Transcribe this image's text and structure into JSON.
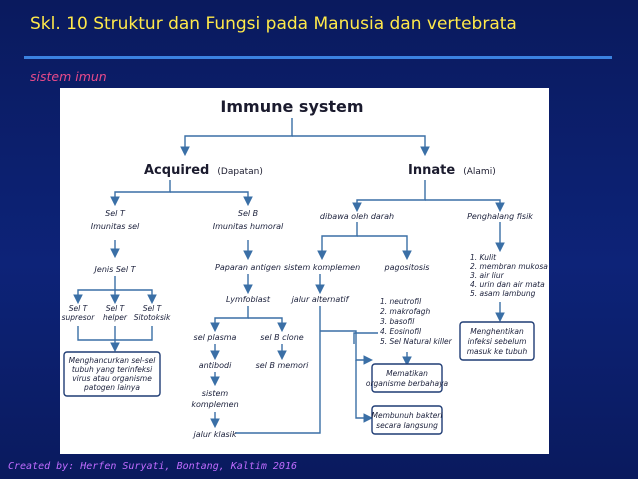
{
  "slide": {
    "title": "Skl. 10 Struktur dan Fungsi pada Manusia dan vertebrata",
    "subtitle": "sistem imun",
    "footer": "Created by: Herfen Suryati, Bontang, Kaltim 2016"
  },
  "diagram": {
    "root": "Immune system",
    "acquired": {
      "label": "Acquired",
      "note": "(Dapatan)"
    },
    "innate": {
      "label": "Innate",
      "note": "(Alami)"
    },
    "selT": [
      "Sel T",
      "Imunitas sel"
    ],
    "selB": [
      "Sel B",
      "Imunitas humoral"
    ],
    "dibawa": "dibawa oleh darah",
    "penghalang": "Penghalang fisik",
    "jenisSelT": "Jenis Sel T",
    "paparan": "Paparan antigen",
    "komplemen": "sistem komplemen",
    "pagositosis": "pagositosis",
    "fisikList": [
      "1. Kulit",
      "2. membran mukosa",
      "3. air liur",
      "4. urin dan air mata",
      "5. asam lambung"
    ],
    "selTypes": [
      [
        "Sel T",
        "supresor"
      ],
      [
        "Sel T",
        "helper"
      ],
      [
        "Sel T",
        "Sitotoksik"
      ]
    ],
    "limfoblast": "Lymfoblast",
    "jalurAlternatif": "jalur alternatif",
    "pagositList": [
      "1. neutrofil",
      "2. makrofagh",
      "3. basofil",
      "4. Eosinofil",
      "5. Sel Natural killer"
    ],
    "selPlasma": "sel plasma",
    "selBClone": "sel B clone",
    "antibodi": "antibodi",
    "selBMemori": "sel B memori",
    "sistemKomplemen2": [
      "sistem",
      "komplemen"
    ],
    "jalurKlasik": "jalur klasik",
    "boxMenghancurkan": [
      "Menghancurkan sel-sel",
      "tubuh yang terinfeksi",
      "virus atau organisme",
      "patogen lainya"
    ],
    "boxMematikan": [
      "Mematikan",
      "organisme berbahaya"
    ],
    "boxMembunuh": [
      "Membunuh bakteri",
      "secara langsung"
    ],
    "boxMenghentikan": [
      "Menghentikan",
      "infeksi sebelum",
      "masuk ke tubuh"
    ]
  }
}
